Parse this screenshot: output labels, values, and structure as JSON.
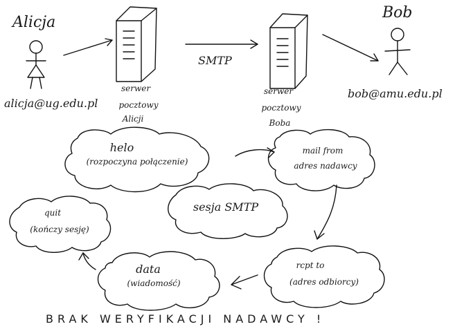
{
  "people": {
    "alice": {
      "name": "Alicja",
      "email": "alicja@ug.edu.pl"
    },
    "bob": {
      "name": "Bob",
      "email": "bob@amu.edu.pl"
    }
  },
  "servers": {
    "alice": {
      "line1": "serwer",
      "line2": "pocztowy",
      "line3": "Alicji"
    },
    "bob": {
      "line1": "serwer",
      "line2": "pocztowy",
      "line3": "Boba"
    }
  },
  "protocol": "SMTP",
  "session": {
    "center": "sesja SMTP",
    "steps": {
      "helo": {
        "command": "helo",
        "note": "(rozpoczyna połączenie)"
      },
      "mail": {
        "command": "mail from",
        "note": "adres nadawcy"
      },
      "rcpt": {
        "command": "rcpt to",
        "note": "(adres odbiorcy)"
      },
      "data": {
        "command": "data",
        "note": "(wiadomość)"
      },
      "quit": {
        "command": "quit",
        "note": "(kończy sesję)"
      }
    }
  },
  "footer": "BRAK WERYFIKACJI NADAWCY !"
}
